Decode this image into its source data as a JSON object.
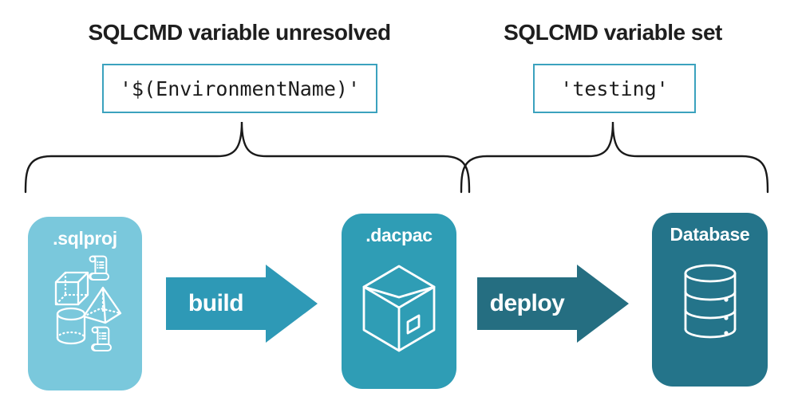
{
  "annotations": {
    "left": {
      "heading": "SQLCMD variable unresolved",
      "code": "'$(EnvironmentName)'"
    },
    "right": {
      "heading": "SQLCMD variable set",
      "code": "'testing'"
    }
  },
  "pipeline": {
    "nodes": [
      {
        "id": "sqlproj",
        "label": ".sqlproj",
        "color": "#7ac8dc",
        "icons": [
          "scroll-icon",
          "cube-icon",
          "pyramid-icon",
          "cylinder-icon",
          "scroll-icon"
        ]
      },
      {
        "id": "dacpac",
        "label": ".dacpac",
        "color": "#2f9db5",
        "icons": [
          "package-icon"
        ]
      },
      {
        "id": "database",
        "label": "Database",
        "color": "#24748a",
        "icons": [
          "database-cylinder-icon"
        ]
      }
    ],
    "arrows": [
      {
        "id": "build",
        "label": "build",
        "color": "#2e99b6"
      },
      {
        "id": "deploy",
        "label": "deploy",
        "color": "#256e81"
      }
    ]
  },
  "colors": {
    "background": "#ffffff",
    "code_box_border": "#3ba2be",
    "heading_text": "#1e1e1e",
    "brace_stroke": "#1a1a1a",
    "node_text": "#ffffff",
    "icon_stroke": "#ffffff"
  }
}
